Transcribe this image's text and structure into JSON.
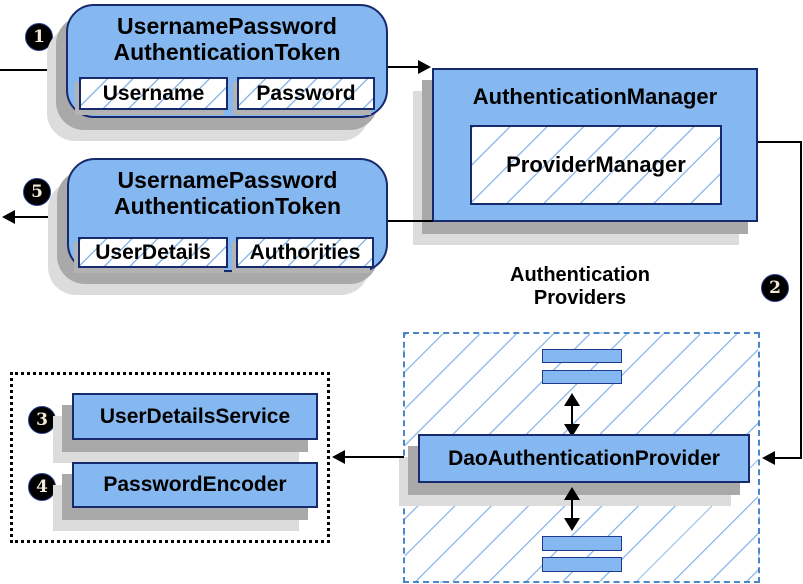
{
  "badges": [
    "1",
    "2",
    "3",
    "4",
    "5"
  ],
  "token_request": {
    "title_line1": "UsernamePassword",
    "title_line2": "AuthenticationToken",
    "field1": "Username",
    "field2": "Password"
  },
  "auth_manager": {
    "title": "AuthenticationManager",
    "inner": "ProviderManager"
  },
  "token_response": {
    "title_line1": "UsernamePassword",
    "title_line2": "AuthenticationToken",
    "field1": "UserDetails",
    "field2": "Authorities"
  },
  "providers": {
    "title_line1": "Authentication",
    "title_line2": "Providers",
    "main_provider": "DaoAuthenticationProvider"
  },
  "services": {
    "user_details_service": "UserDetailsService",
    "password_encoder": "PasswordEncoder"
  },
  "colors": {
    "box_fill": "#85b7f0",
    "box_border": "#182a6e",
    "hatch_line": "#8db8ea",
    "dashed_border": "#4a86c8",
    "shadow_dark": "#a9a9a9",
    "shadow_light": "#dcdcdc",
    "arrow": "#000000",
    "badge_bg": "#000000",
    "badge_text": "#f3ead6"
  }
}
